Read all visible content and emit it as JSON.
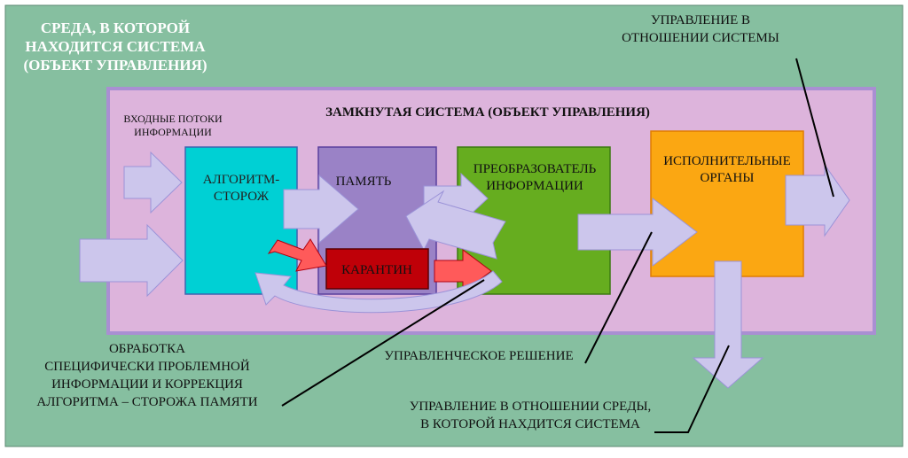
{
  "environment_label": [
    "СРЕДА, В КОТОРОЙ",
    "НАХОДИТСЯ СИСТЕМА",
    "(ОБЪЕКТ УПРАВЛЕНИЯ)"
  ],
  "system_title": "ЗАМКНУТАЯ СИСТЕМА (ОБЪЕКТ УПРАВЛЕНИЯ)",
  "input_label": [
    "ВХОДНЫЕ ПОТОКИ",
    "ИНФОРМАЦИИ"
  ],
  "blocks": {
    "guard": [
      "АЛГОРИТМ-",
      "СТОРОЖ"
    ],
    "memory": "ПАМЯТЬ",
    "quarantine": "КАРАНТИН",
    "converter": [
      "ПРЕОБРАЗОВАТЕЛЬ",
      "ИНФОРМАЦИИ"
    ],
    "executors": [
      "ИСПОЛНИТЕЛЬНЫЕ",
      "ОРГАНЫ"
    ]
  },
  "callouts": {
    "system_control": [
      "УПРАВЛЕНИЕ В",
      "ОТНОШЕНИИ СИСТЕМЫ"
    ],
    "processing": [
      "ОБРАБОТКА",
      "СПЕЦИФИЧЕСКИ ПРОБЛЕМНОЙ",
      "ИНФОРМАЦИИ И КОРРЕКЦИЯ",
      "АЛГОРИТМА – СТОРОЖА ПАМЯТИ"
    ],
    "decision": "УПРАВЛЕНЧЕСКОЕ РЕШЕНИЕ",
    "environment_control": [
      "УПРАВЛЕНИЕ В ОТНОШЕНИИ СРЕДЫ,",
      "В КОТОРОЙ НАХДИТСЯ СИСТЕМА"
    ]
  },
  "colors": {
    "background": "#86bfa0",
    "system": "#ddb4dc",
    "system_border": "#a98fd2",
    "guard": "#00d0d4",
    "memory": "#9a82c6",
    "quarantine": "#bf0008",
    "converter": "#66ad1f",
    "executors": "#fba712",
    "flow_arrow": "#ccc6ec",
    "hot_arrow": "#ff5a5a"
  }
}
